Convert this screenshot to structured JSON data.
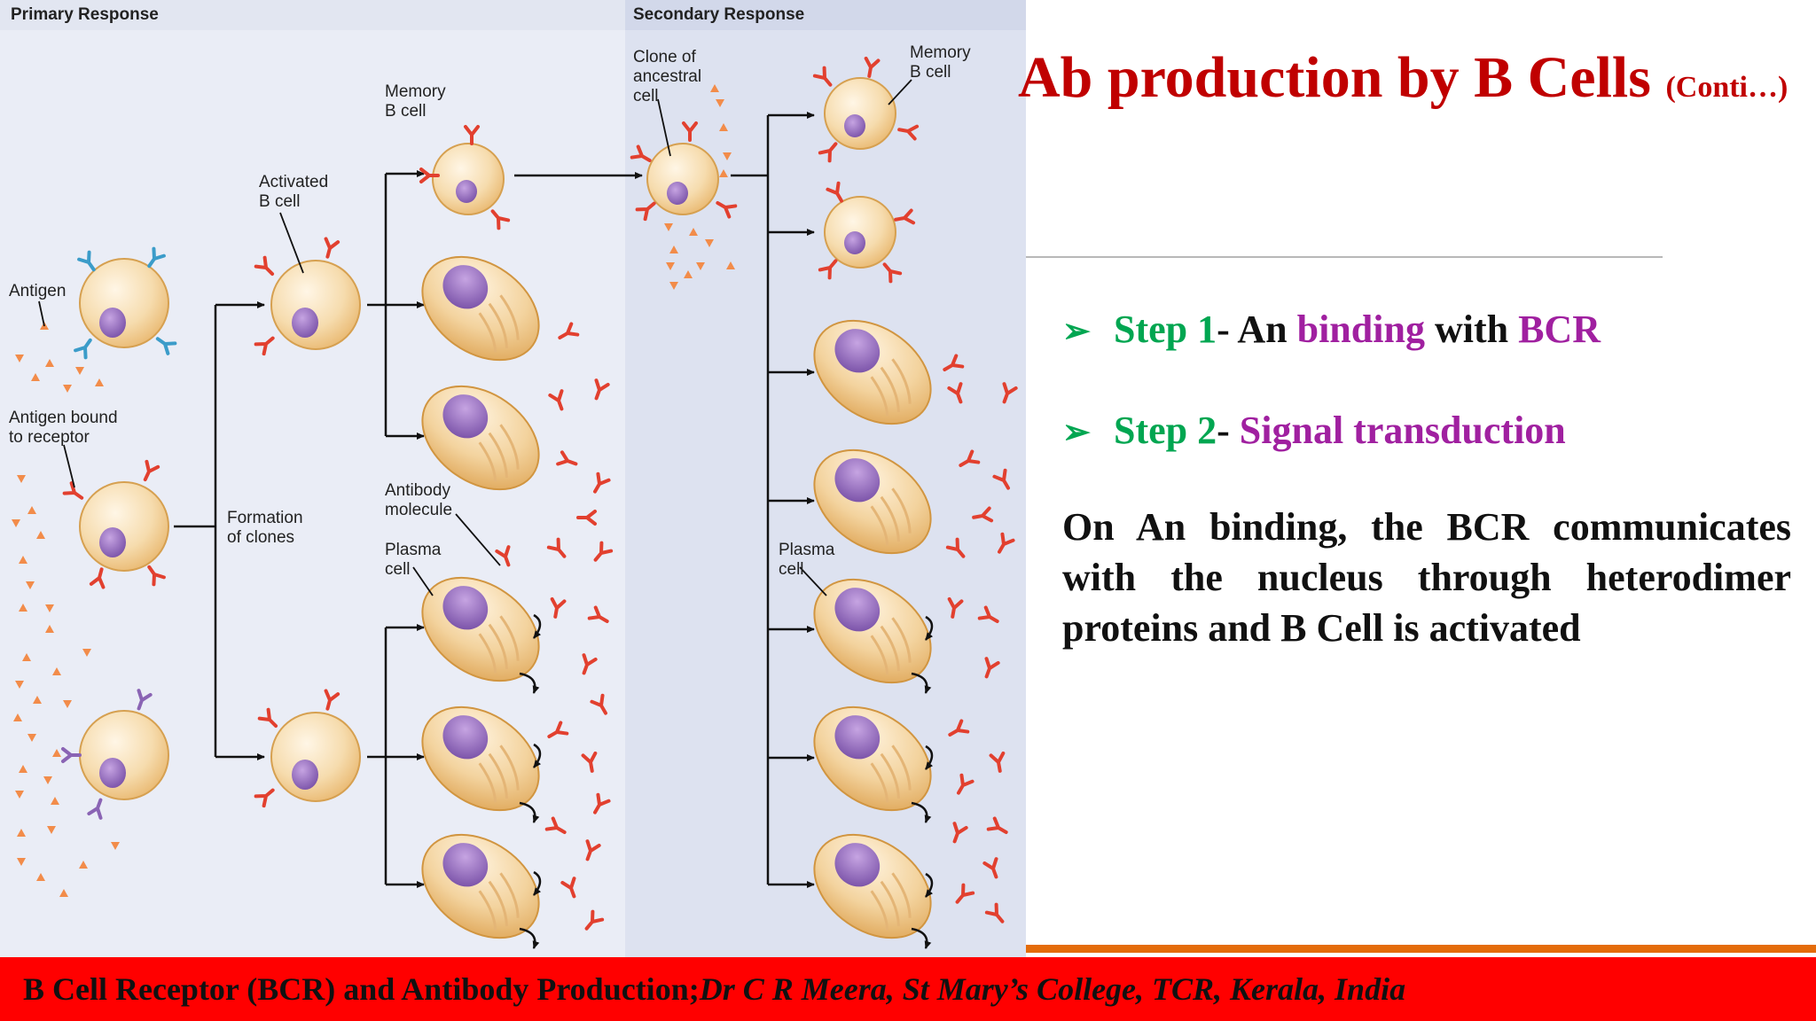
{
  "diagram": {
    "panel_primary": "Primary Response",
    "panel_secondary": "Secondary Response",
    "lbl_antigen": "Antigen",
    "lbl_antigen_bound": [
      "Antigen bound",
      "to receptor"
    ],
    "lbl_activated": [
      "Activated",
      "B cell"
    ],
    "lbl_memory1": [
      "Memory",
      "B cell"
    ],
    "lbl_formation": [
      "Formation",
      "of clones"
    ],
    "lbl_antibody": [
      "Antibody",
      "molecule"
    ],
    "lbl_plasma1": [
      "Plasma",
      "cell"
    ],
    "lbl_clone": [
      "Clone of",
      "ancestral",
      "cell"
    ],
    "lbl_memory2": [
      "Memory",
      "B cell"
    ],
    "lbl_plasma2": [
      "Plasma",
      "cell"
    ]
  },
  "slide": {
    "title_main": "Ab production by B Cells",
    "title_small": "(Conti…)",
    "bullet_symbol": "➢",
    "step1": {
      "label": "Step 1",
      "sep": "- An ",
      "kw1": "binding",
      "mid": " with ",
      "kw2": "BCR"
    },
    "step2": {
      "label": "Step 2",
      "sep": "- ",
      "kw": "Signal transduction"
    },
    "paragraph": "On An binding, the BCR communicates with the nucleus through heterodimer proteins and B Cell is activated"
  },
  "footer": {
    "main": "B Cell Receptor (BCR) and Antibody Production; ",
    "credit": "Dr C R Meera, St Mary’s College, TCR, Kerala, India"
  },
  "colors": {
    "title": "#c00000",
    "step_green": "#00a651",
    "keyword_purple": "#a020a0",
    "footer_bg": "#ff0000",
    "accent_line": "#e46c0a",
    "cell_fill": "#f6dcae",
    "nucleus": "#8a64b4",
    "receptor_red": "#e2402f",
    "antigen": "#f28c4a"
  }
}
